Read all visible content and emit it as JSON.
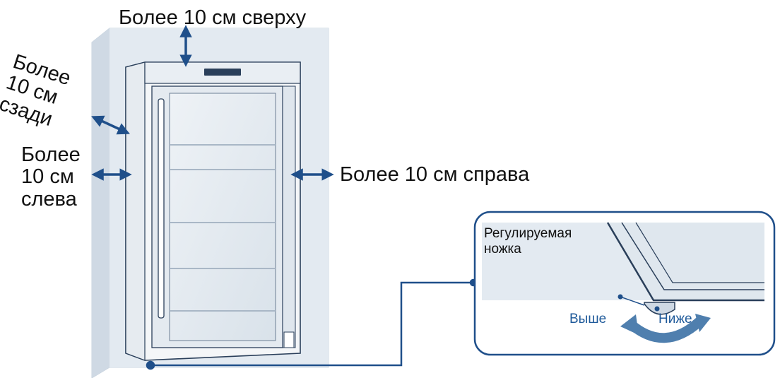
{
  "labels": {
    "top": "Более 10 см сверху",
    "back": [
      "Более",
      "10 см",
      "сзади"
    ],
    "left": [
      "Более",
      "10 см",
      "слева"
    ],
    "right": "Более 10 см справа",
    "foot": [
      "Регулируемая",
      "ножка"
    ],
    "higher": "Выше",
    "lower": "Ниже"
  },
  "colors": {
    "arrow": "#1f4f8a",
    "box_fill": "#dbe4ee",
    "outline": "#1f4f8a",
    "turn_arrow": "#4f7fae"
  }
}
